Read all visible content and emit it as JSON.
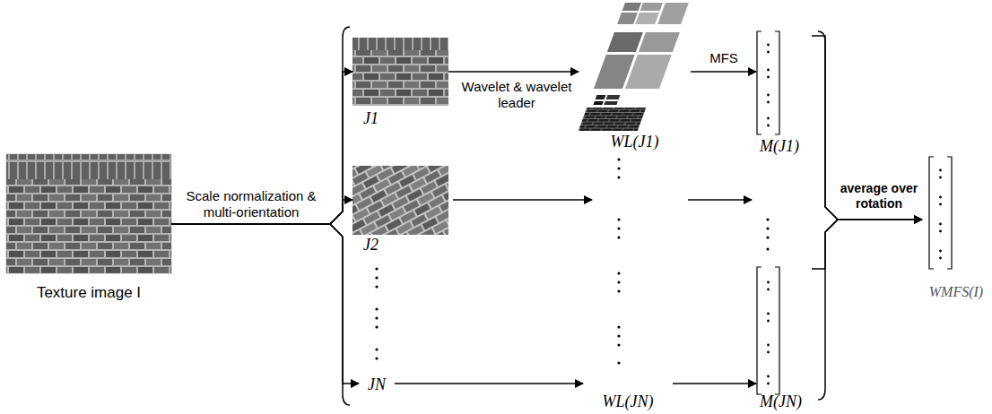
{
  "diagram": {
    "nodes": [
      {
        "text": [
          "Texture image I"
        ]
      },
      {
        "text": [
          "J1"
        ]
      },
      {
        "text": [
          "J2"
        ]
      },
      {
        "text": [
          "JN"
        ]
      },
      {
        "text": [
          "WL(J1)"
        ]
      },
      {
        "text": [
          "WL(JN)"
        ]
      },
      {
        "text": [
          "M(J1)"
        ]
      },
      {
        "text": [
          "M(JN)"
        ]
      },
      {
        "text": [
          "WMFS(I)"
        ]
      }
    ],
    "edges": [
      {
        "from": 0,
        "to": 1,
        "arrow": "to",
        "label": "Scale normalization & multi-orientation"
      },
      {
        "from": 0,
        "to": 2,
        "arrow": "to"
      },
      {
        "from": 0,
        "to": 3,
        "arrow": "to"
      },
      {
        "from": 1,
        "to": 4,
        "arrow": "to",
        "label": "Wavelet & wavelet leader"
      },
      {
        "from": 4,
        "to": 6,
        "arrow": "to",
        "label": "MFS"
      },
      {
        "from": 3,
        "to": 5,
        "arrow": "to"
      },
      {
        "from": 5,
        "to": 7,
        "arrow": "to"
      },
      {
        "from": 6,
        "to": 8,
        "arrow": "to",
        "label": "average over rotation"
      },
      {
        "from": 7,
        "to": 8,
        "arrow": "to"
      }
    ]
  }
}
